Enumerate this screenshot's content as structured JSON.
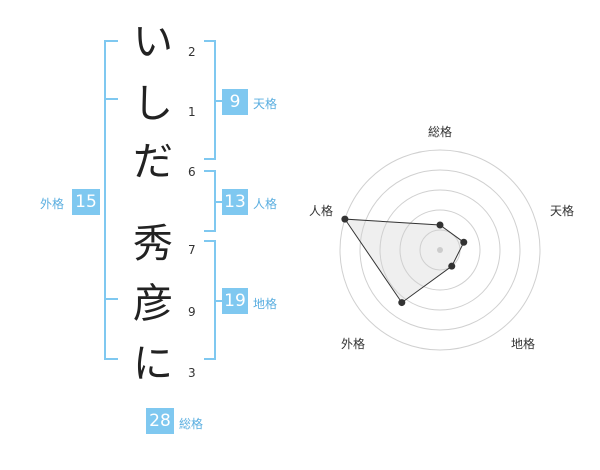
{
  "name_chars": [
    {
      "char": "い",
      "strokes": "2"
    },
    {
      "char": "し",
      "strokes": "1"
    },
    {
      "char": "だ",
      "strokes": "6"
    },
    {
      "char": "秀",
      "strokes": "7"
    },
    {
      "char": "彦",
      "strokes": "9"
    },
    {
      "char": "に",
      "strokes": "3"
    }
  ],
  "kaku": {
    "tenkaku": {
      "value": "9",
      "label": "天格"
    },
    "jinkaku": {
      "value": "13",
      "label": "人格"
    },
    "chikaku": {
      "value": "19",
      "label": "地格"
    },
    "gaikaku": {
      "value": "15",
      "label": "外格"
    },
    "soukaku": {
      "value": "28",
      "label": "総格"
    }
  },
  "radar": {
    "labels": {
      "top": "総格",
      "right": "天格",
      "bottom_right": "地格",
      "bottom_left": "外格",
      "left": "人格"
    },
    "values": {
      "soukaku": 0.25,
      "tenkaku": 0.25,
      "chikaku": 0.2,
      "gaikaku": 0.65,
      "jinkaku": 1.0
    }
  }
}
